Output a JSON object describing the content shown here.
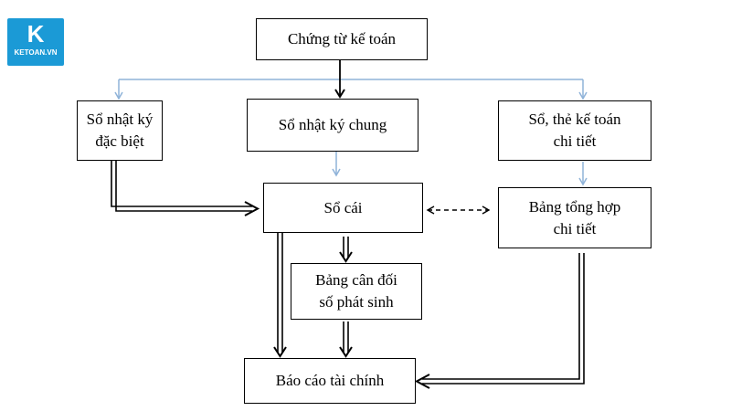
{
  "logo": {
    "mark": "K",
    "name": "KETOAN.VN",
    "tagline": ""
  },
  "nodes": {
    "chung_tu": {
      "line1": "Chứng từ kế toán"
    },
    "nhat_ky_dac_biet": {
      "line1": "Sổ nhật ký",
      "line2": "đặc biệt"
    },
    "nhat_ky_chung": {
      "line1": "Sổ nhật ký chung"
    },
    "so_the_chi_tiet": {
      "line1": "Sổ, thẻ kế toán",
      "line2": "chi tiết"
    },
    "so_cai": {
      "line1": "Sổ cái"
    },
    "bang_tong_hop": {
      "line1": "Bảng tổng hợp",
      "line2": "chi tiết"
    },
    "bang_can_doi": {
      "line1": "Bảng cân đối",
      "line2": "số phát sinh"
    },
    "bao_cao": {
      "line1": "Báo cáo tài chính"
    }
  },
  "colors": {
    "logo_bg": "#1b9ad6",
    "light_arrow": "#8fb3d9",
    "line": "#000000"
  }
}
